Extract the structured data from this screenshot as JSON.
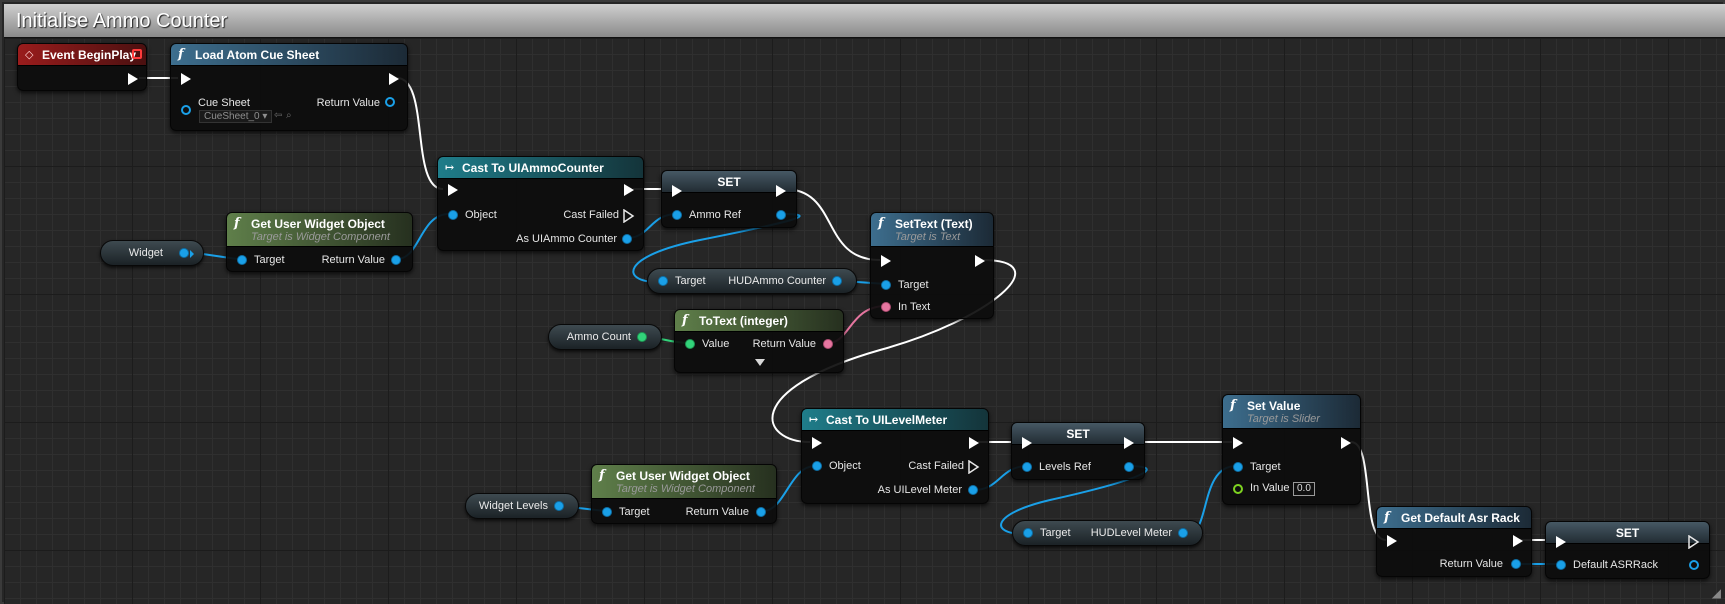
{
  "comment": {
    "title": "Initialise Ammo Counter"
  },
  "nodes": {
    "event_begin_play": {
      "title": "Event BeginPlay"
    },
    "load_atom": {
      "title": "Load Atom Cue Sheet",
      "cue_sheet_label": "Cue Sheet",
      "cue_sheet_value": "CueSheet_0",
      "return_label": "Return Value"
    },
    "get_widget_1": {
      "title": "Get User Widget Object",
      "subtitle": "Target is Widget Component",
      "target_label": "Target",
      "return_label": "Return Value"
    },
    "widget_var": {
      "label": "Widget"
    },
    "cast_ammo": {
      "title": "Cast To UIAmmoCounter",
      "object_label": "Object",
      "cast_failed_label": "Cast Failed",
      "as_label": "As UIAmmo Counter"
    },
    "set_ammo": {
      "title": "SET",
      "pin_label": "Ammo Ref"
    },
    "hud_ammo": {
      "target_label": "Target",
      "value_label": "HUDAmmo Counter"
    },
    "set_text": {
      "title": "SetText (Text)",
      "subtitle": "Target is Text",
      "target_label": "Target",
      "in_text_label": "In Text"
    },
    "ammo_count_var": {
      "label": "Ammo Count"
    },
    "to_text": {
      "title": "ToText (integer)",
      "value_label": "Value",
      "return_label": "Return Value"
    },
    "cast_level": {
      "title": "Cast To UILevelMeter",
      "object_label": "Object",
      "cast_failed_label": "Cast Failed",
      "as_label": "As UILevel Meter"
    },
    "get_widget_2": {
      "title": "Get User Widget Object",
      "subtitle": "Target is Widget Component",
      "target_label": "Target",
      "return_label": "Return Value"
    },
    "widget_levels_var": {
      "label": "Widget Levels"
    },
    "set_levels": {
      "title": "SET",
      "pin_label": "Levels Ref"
    },
    "hud_level": {
      "target_label": "Target",
      "value_label": "HUDLevel Meter"
    },
    "set_value": {
      "title": "Set Value",
      "subtitle": "Target is Slider",
      "target_label": "Target",
      "in_value_label": "In Value",
      "in_value": "0.0"
    },
    "get_default_asr": {
      "title": "Get Default Asr Rack",
      "return_label": "Return Value"
    },
    "set_asr": {
      "title": "SET",
      "pin_label": "Default ASRRack"
    }
  },
  "colors": {
    "exec_wire": "#ffffff",
    "object_wire": "#1aa0e8",
    "text_wire": "#e676a0",
    "int_wire": "#32d37a",
    "event_header": "#9a1c1c",
    "function_header": "#3d6e8e",
    "pure_header": "#5f7f4a",
    "cast_header": "#1f7d8a"
  },
  "icons": {
    "event": "diamond-icon",
    "function": "function-f-icon",
    "cast": "cast-arrow-icon",
    "expand": "expand-arrow-icon"
  }
}
